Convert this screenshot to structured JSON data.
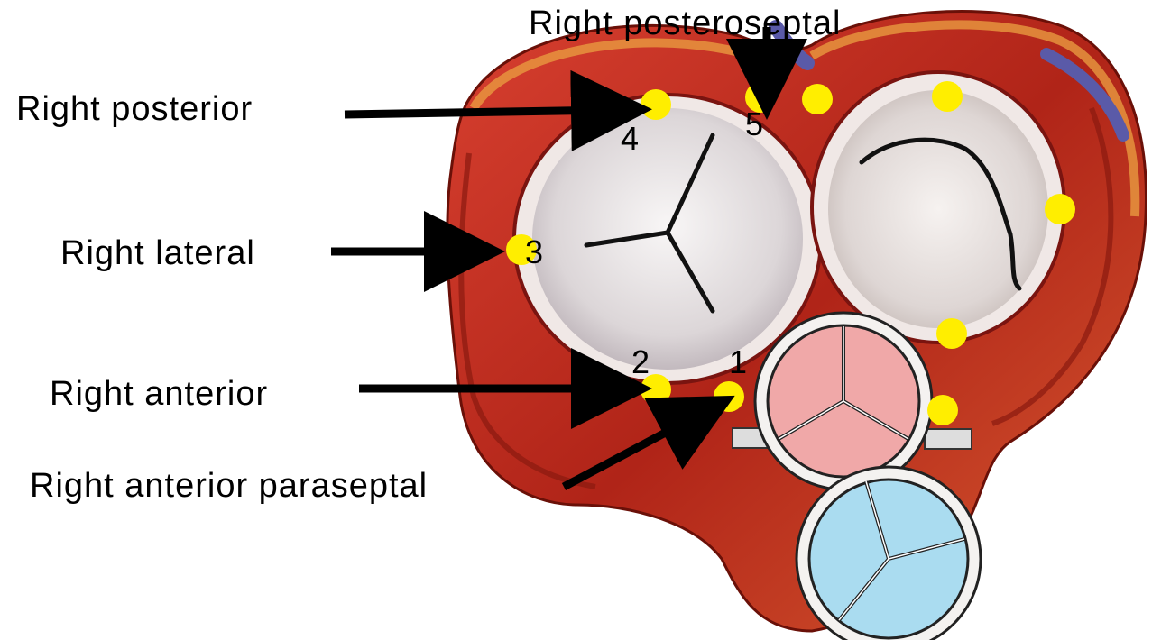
{
  "diagram": {
    "colors": {
      "muscle": "#c8322a",
      "muscle_dark": "#7a1410",
      "muscle_light": "#e8745c",
      "fat": "#e8a040",
      "valve_leaflet": "#ece8e8",
      "annulus_ring": "#f4f0ee",
      "aortic_valve": "#f0a8a8",
      "pulmonic_valve": "#aadcf0",
      "marker": "#ffee00",
      "arrow": "#000000"
    },
    "annotations": [
      {
        "id": "right-posteroseptal",
        "text": "Right posteroseptal"
      },
      {
        "id": "right-posterior",
        "text": "Right posterior"
      },
      {
        "id": "right-lateral",
        "text": "Right lateral"
      },
      {
        "id": "right-anterior",
        "text": "Right anterior"
      },
      {
        "id": "right-anterior-paraseptal",
        "text": "Right anterior paraseptal"
      }
    ],
    "numbered_sites": [
      {
        "id": "site-1",
        "text": "1"
      },
      {
        "id": "site-2",
        "text": "2"
      },
      {
        "id": "site-3",
        "text": "3"
      },
      {
        "id": "site-4",
        "text": "4"
      },
      {
        "id": "site-5",
        "text": "5"
      }
    ],
    "structures": {
      "tricuspid_valve_icon": "tricuspid-valve",
      "mitral_valve_icon": "mitral-valve",
      "aortic_valve_icon": "aortic-valve",
      "pulmonic_valve_icon": "pulmonic-valve"
    }
  }
}
